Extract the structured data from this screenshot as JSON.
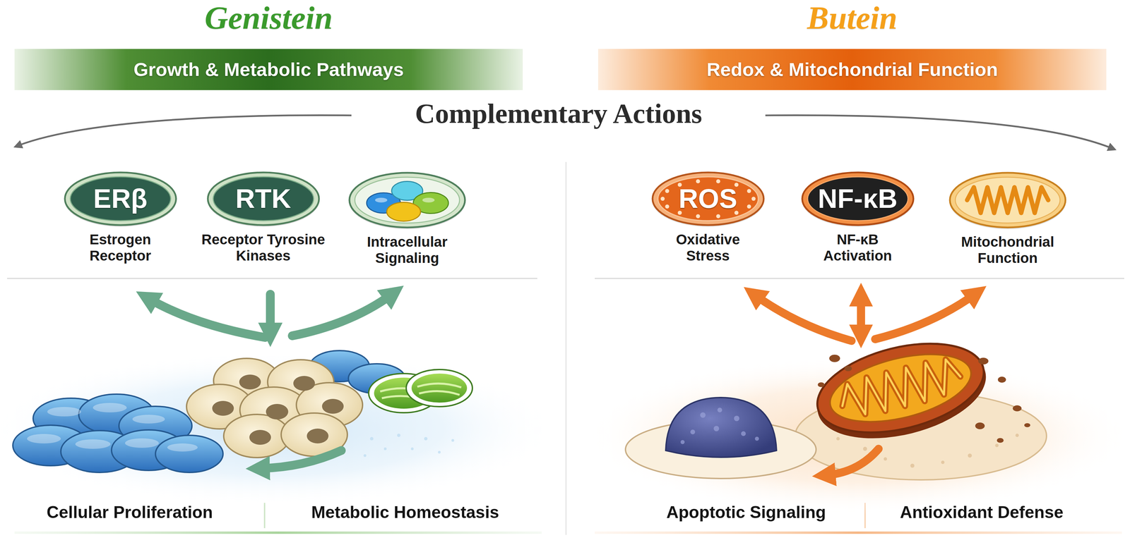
{
  "diagram": {
    "title": "Complementary Actions",
    "nodes": [
      {
        "text": [
          "Genistein",
          "Growth & Metabolic Pathways"
        ]
      },
      {
        "text": [
          "Butein",
          "Redox & Mitochondrial Function"
        ]
      },
      {
        "text": [
          "ERβ",
          "Estrogen Receptor"
        ]
      },
      {
        "text": [
          "RTK",
          "Receptor Tyrosine Kinases"
        ]
      },
      {
        "text": [
          "Intracellular Signaling"
        ]
      },
      {
        "text": [
          "ROS",
          "Oxidative Stress"
        ]
      },
      {
        "text": [
          "NF-κB",
          "NF-κB Activation"
        ]
      },
      {
        "text": [
          "Mitochondrial Function"
        ]
      }
    ],
    "labels": [
      "Cellular Proliferation",
      "Metabolic Homeostasis",
      "Apoptotic Signaling",
      "Antioxidant Defense"
    ]
  }
}
